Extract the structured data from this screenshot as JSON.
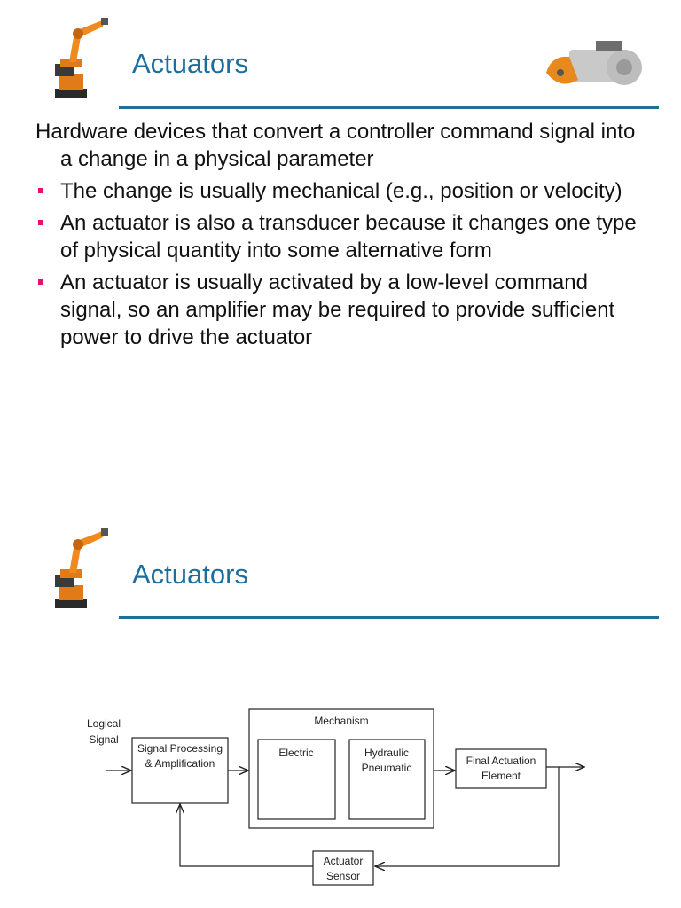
{
  "slide1": {
    "title": "Actuators",
    "intro": "Hardware devices that convert a controller command signal into a change in a physical parameter",
    "bullets": [
      "The change is usually mechanical (e.g., position or velocity)",
      "An actuator is also a transducer because it changes one type of physical quantity into some alternative form",
      "An actuator is usually activated by a low-level command signal, so an amplifier may be required to provide sufficient power to drive the actuator"
    ],
    "accent_color": "#1a6ea0",
    "bullet_color": "#e2136e"
  },
  "slide2": {
    "title": "Actuators",
    "diagram": {
      "input_label_line1": "Logical",
      "input_label_line2": "Signal",
      "signal_block_line1": "Signal Processing",
      "signal_block_line2": "& Amplification",
      "mechanism_label": "Mechanism",
      "electric_label": "Electric",
      "hydraulic_line1": "Hydraulic",
      "hydraulic_line2": "Pneumatic",
      "final_line1": "Final Actuation",
      "final_line2": "Element",
      "sensor_line1": "Actuator",
      "sensor_line2": "Sensor"
    }
  },
  "icons": [
    "industrial-robot-icon",
    "servo-motor-icon"
  ]
}
